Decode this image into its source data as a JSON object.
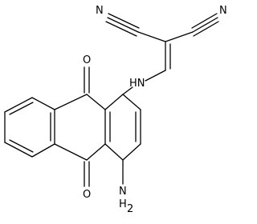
{
  "atoms": {
    "n1": {
      "label": "N"
    },
    "n2": {
      "label": "N"
    },
    "nh": {
      "label": "HN"
    },
    "o1": {
      "label": "O"
    },
    "o2": {
      "label": "O"
    },
    "nh2_n": {
      "label": "N"
    },
    "nh2_h": {
      "label": "H"
    },
    "nh2_sub": {
      "label": "2"
    }
  },
  "colors": {
    "bond": "#000000",
    "text": "#000000",
    "background": "#ffffff"
  }
}
